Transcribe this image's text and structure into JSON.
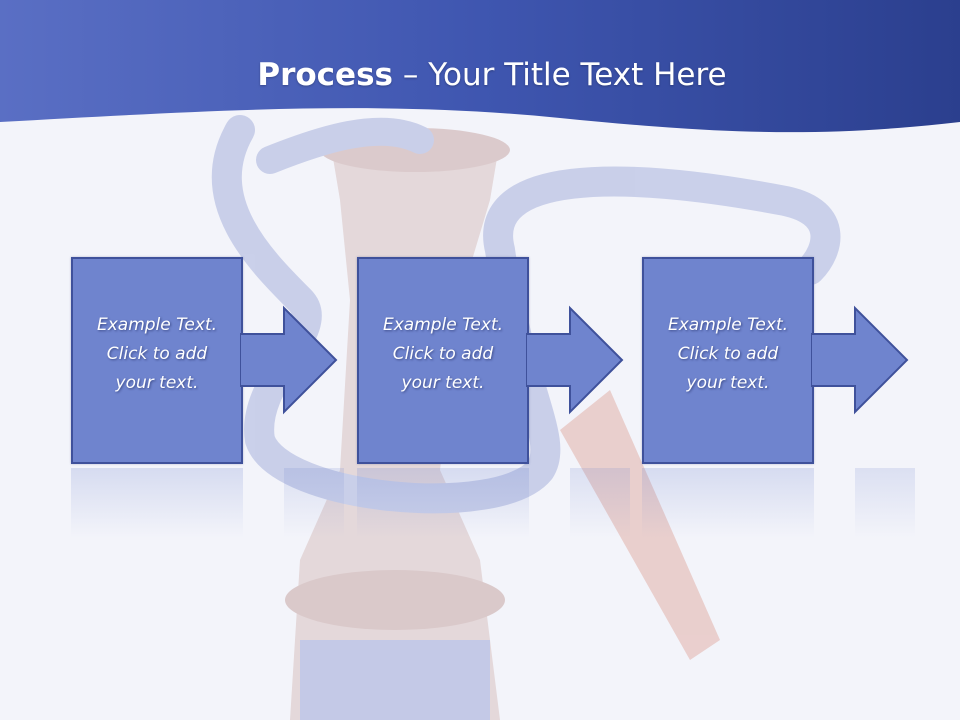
{
  "slide": {
    "title_bold": "Process",
    "title_rest": " – Your Title Text Here"
  },
  "steps": [
    {
      "line1": "Example Text.",
      "line2": "Click  to add",
      "line3": "your text."
    },
    {
      "line1": "Example Text.",
      "line2": "Click  to add",
      "line3": "your text."
    },
    {
      "line1": "Example Text.",
      "line2": "Click  to add",
      "line3": "your text."
    }
  ],
  "colors": {
    "header_dark": "#2b3f8e",
    "header_light": "#5a6fc4",
    "box_fill": "#6f84ce",
    "box_border": "#3f519b",
    "background": "#f3f4fa"
  }
}
